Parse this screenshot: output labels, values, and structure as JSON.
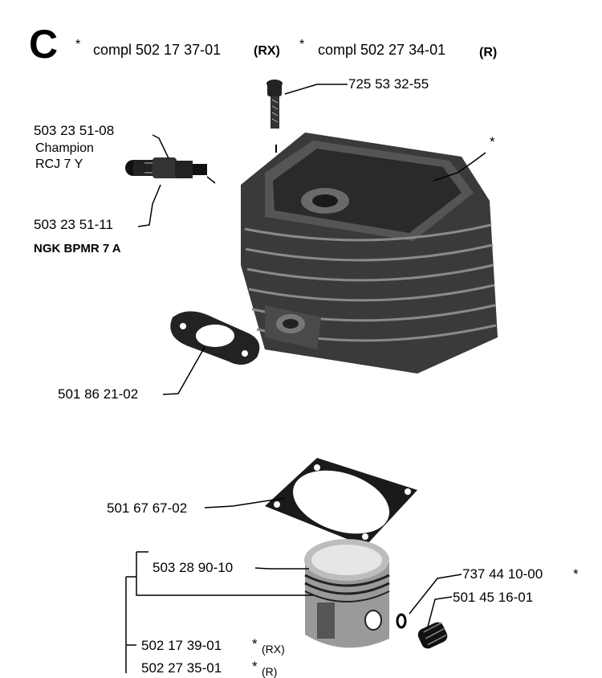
{
  "header": {
    "section_letter": "C",
    "asterisk_1": "*",
    "compl_1": "compl 502 17 37-01",
    "variant_1": "(RX)",
    "asterisk_2": "*",
    "compl_2": "compl 502 27 34-01",
    "variant_2": "(R)"
  },
  "parts": {
    "bolt": "725 53 32-55",
    "cylinder_asterisk": "*",
    "spark_plug_champion_no": "503 23 51-08",
    "spark_plug_champion_brand": "Champion",
    "spark_plug_champion_model": "RCJ 7 Y",
    "spark_plug_ngk_no": "503 23 51-11",
    "spark_plug_ngk_model": "NGK BPMR 7 A",
    "intake_gasket": "501 86 21-02",
    "cylinder_gasket": "501 67 67-02",
    "piston_ring": "503 28 90-10",
    "circlip": "737 44 10-00",
    "circlip_asterisk": "*",
    "piston_pin": "501 45 16-01",
    "piston_rx": "502 17 39-01",
    "piston_rx_asterisk": "*",
    "piston_rx_variant": "(RX)",
    "piston_r": "502 27 35-01",
    "piston_r_asterisk": "*",
    "piston_r_variant": "(R)"
  }
}
